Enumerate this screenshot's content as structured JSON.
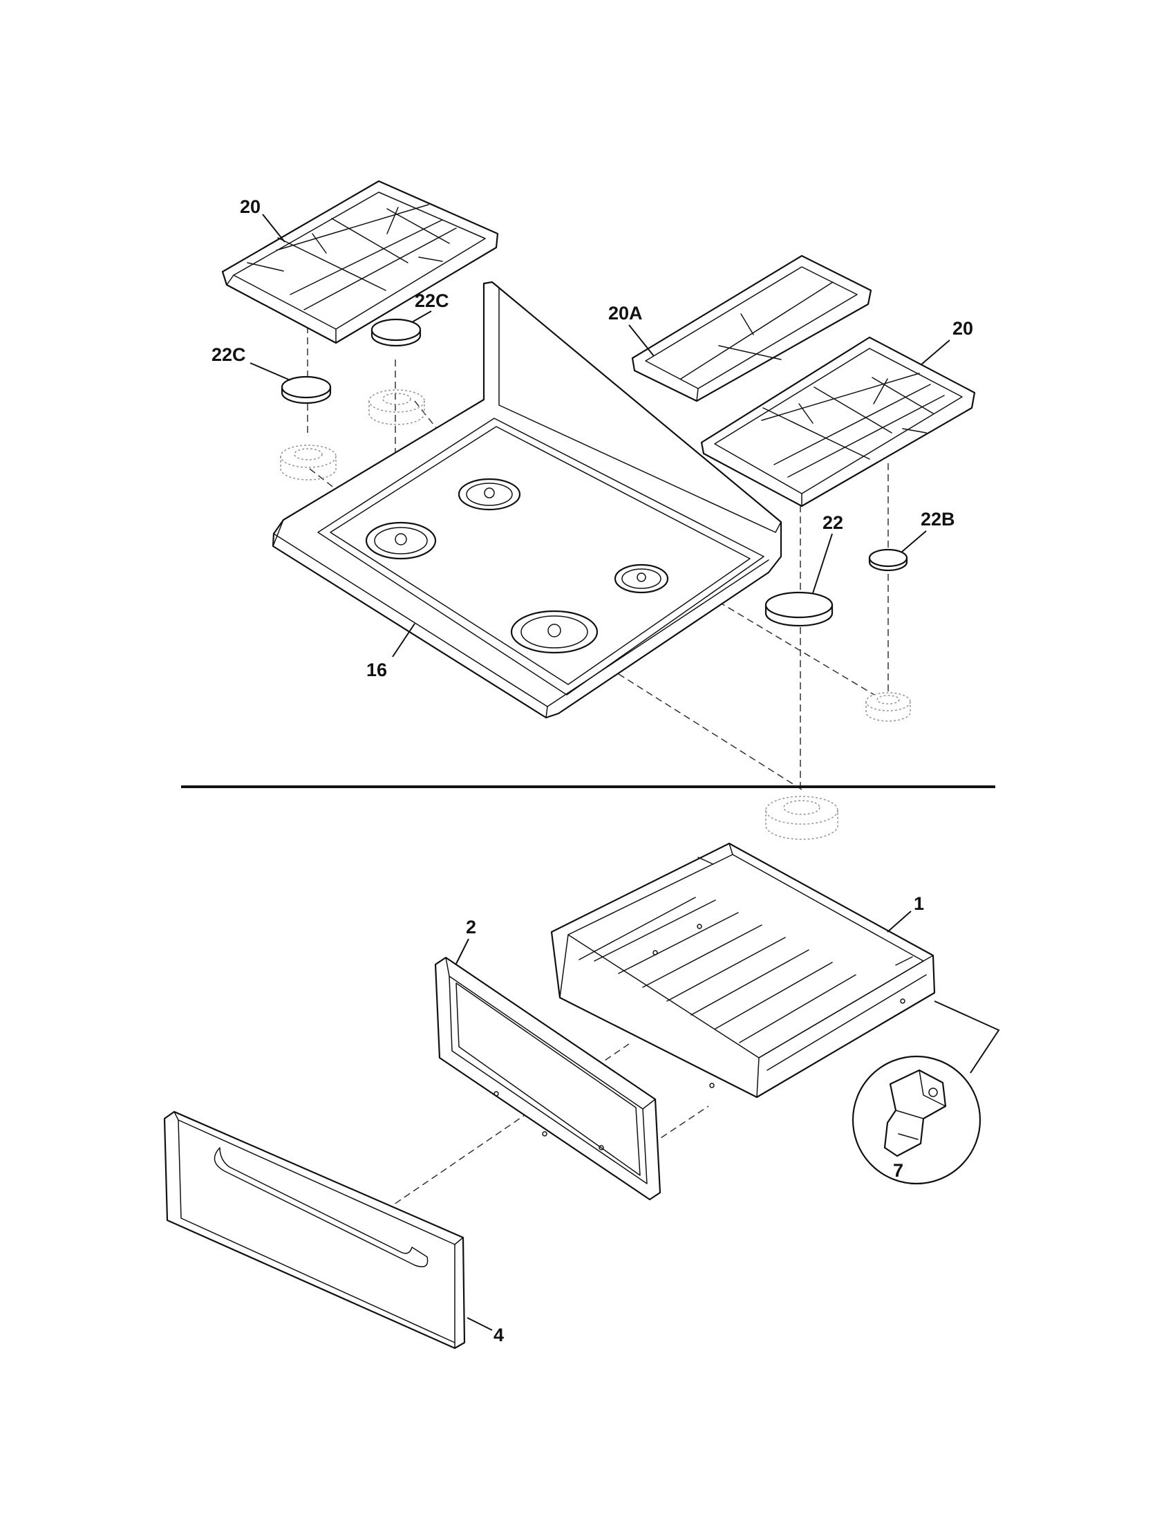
{
  "callouts": {
    "grate_left": "20",
    "cap_left_rear": "22C",
    "cap_left_front": "22C",
    "grate_center": "20A",
    "grate_right": "20",
    "cap_right_large": "22",
    "cap_right_small": "22B",
    "cooktop": "16",
    "drawer_body": "1",
    "drawer_panel": "2",
    "drawer_front": "4",
    "drawer_clip": "7"
  },
  "colors": {
    "line": "#111111",
    "ghost_line": "#9a9a9a",
    "background": "#ffffff"
  }
}
